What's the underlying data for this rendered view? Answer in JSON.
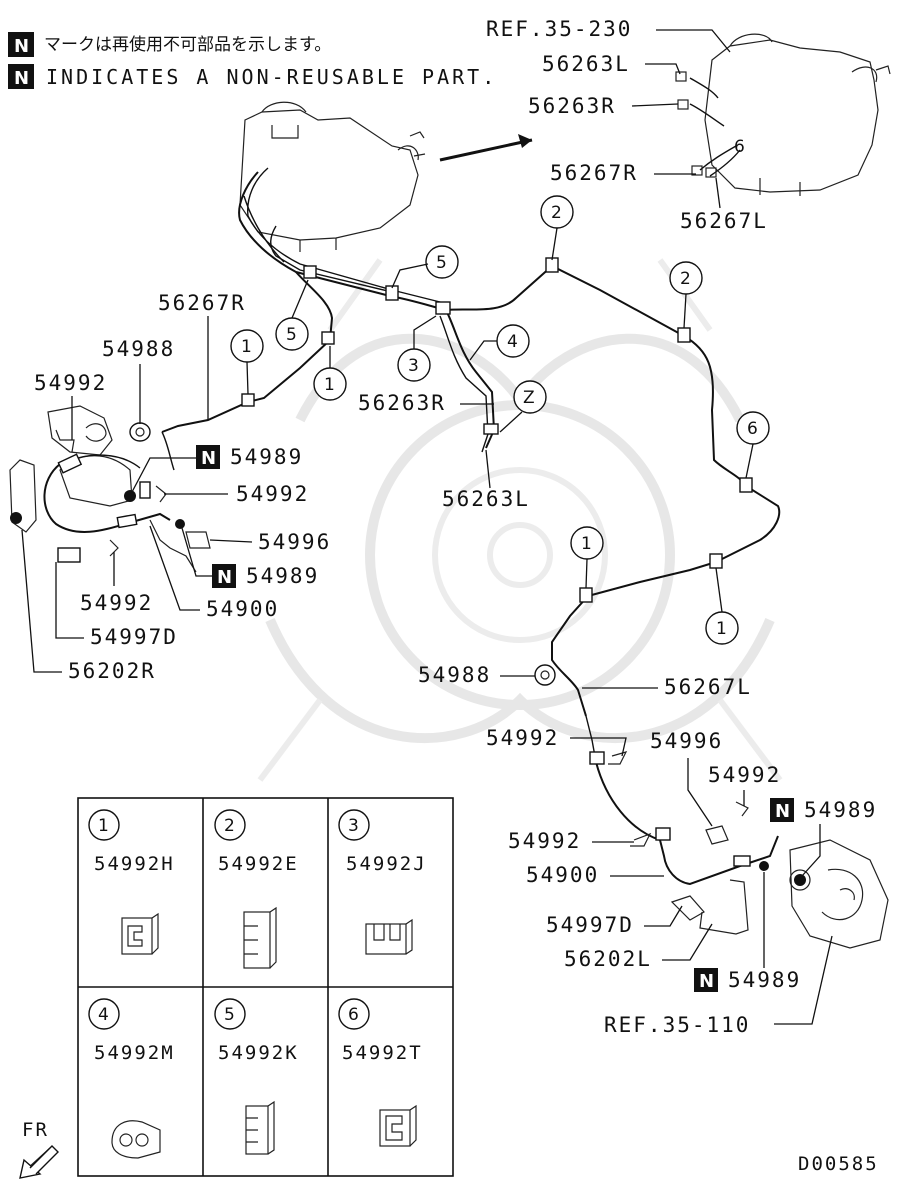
{
  "notes": {
    "badge": "N",
    "jp": "マークは再使用不可部品を示します。",
    "en": "INDICATES A NON-REUSABLE PART."
  },
  "parts": {
    "ref_35_230": "REF.35-230",
    "p56263L_top": "56263L",
    "p56263R_top": "56263R",
    "p56267R_top": "56267R",
    "p56267L_top": "56267L",
    "p56267R": "56267R",
    "p54988_left": "54988",
    "p54992_left": "54992",
    "p54989_left_a": "54989",
    "p54992_left_b": "54992",
    "p54996_left": "54996",
    "p54989_left_b": "54989",
    "p54992_left_c": "54992",
    "p54900_left": "54900",
    "p54997D_left": "54997D",
    "p56202R": "56202R",
    "p56263R_mid": "56263R",
    "p56263L_mid": "56263L",
    "p54988_right": "54988",
    "p56267L": "56267L",
    "p54992_right_a": "54992",
    "p54996_right": "54996",
    "p54992_right_b": "54992",
    "p54989_right_a": "54989",
    "p54992_right_c": "54992",
    "p54900_right": "54900",
    "p54997D_right": "54997D",
    "p56202L": "56202L",
    "p54989_right_b": "54989",
    "ref_35_110": "REF.35-110"
  },
  "callouts": [
    "1",
    "2",
    "3",
    "4",
    "5",
    "6",
    "Z"
  ],
  "clip_table": [
    {
      "num": "1",
      "part": "54992H"
    },
    {
      "num": "2",
      "part": "54992E"
    },
    {
      "num": "3",
      "part": "54992J"
    },
    {
      "num": "4",
      "part": "54992M"
    },
    {
      "num": "5",
      "part": "54992K"
    },
    {
      "num": "6",
      "part": "54992T"
    }
  ],
  "direction": "FR",
  "diagram_code": "D00585"
}
